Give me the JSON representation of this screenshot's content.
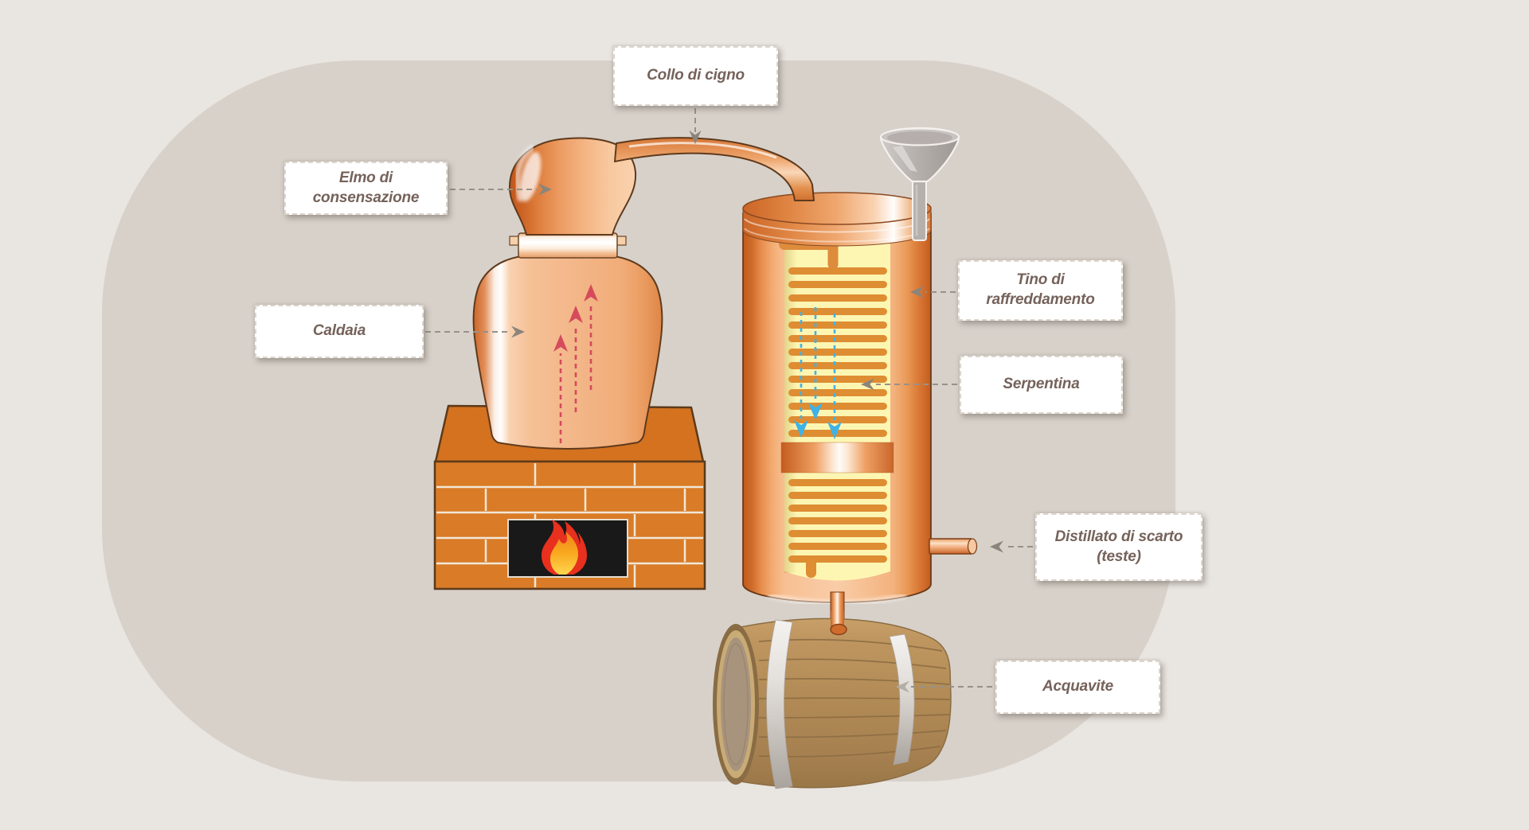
{
  "labels": [
    {
      "id": "collo-di-cigno",
      "text": "Collo di cigno"
    },
    {
      "id": "elmo-di-consensazione",
      "text": "Elmo di consensazione"
    },
    {
      "id": "caldaia",
      "text": "Caldaia"
    },
    {
      "id": "tino-di-raffreddamento",
      "text": "Tino di raffreddamento"
    },
    {
      "id": "serpentina",
      "text": "Serpentina"
    },
    {
      "id": "distillato-di-scarto",
      "text": "Distillato di scarto (teste)"
    },
    {
      "id": "acquavite",
      "text": "Acquavite"
    }
  ],
  "components": [
    "swan-neck-pipe",
    "condensation-helmet",
    "boiler",
    "brick-furnace",
    "fire",
    "cooling-vat",
    "serpentine-coil",
    "funnel",
    "waste-distillate-pipe",
    "outlet-pipe",
    "spirit-barrel"
  ],
  "icons": [
    {
      "name": "flame-icon",
      "meaning": "fire heating the boiler"
    },
    {
      "name": "funnel-icon",
      "meaning": "water inlet of the cooling vat"
    },
    {
      "name": "vapor-arrow-icon",
      "meaning": "alcohol vapour rising"
    },
    {
      "name": "water-arrow-icon",
      "meaning": "cooling water flowing down"
    },
    {
      "name": "leader-arrow-icon",
      "meaning": "label pointer"
    }
  ],
  "colors": {
    "background": "#e9e5e1",
    "panel": "#d7d1ca",
    "copper": "#e8965c",
    "copper_dark": "#c55f20",
    "brick": "#d4721f",
    "vat_interior_yellow": "#fdf6b2",
    "coil_orange": "#de8d33",
    "water_blue": "#3fb3e5",
    "vapor_red": "#d64a5c",
    "flame_red": "#e8301f",
    "flame_yellow": "#ffd64f",
    "barrel_wood": "#b18a55",
    "label_text": "#75625a",
    "leader_gray": "#97918a"
  }
}
